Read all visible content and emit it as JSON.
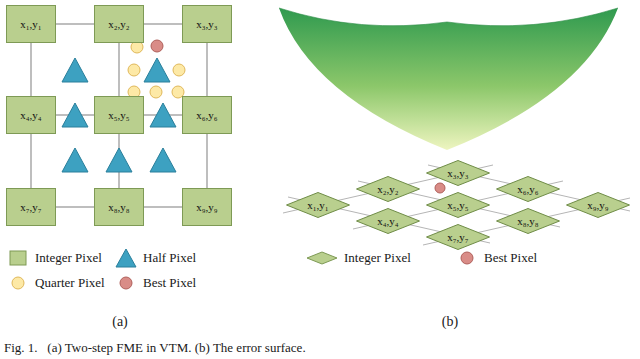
{
  "diagram": {
    "caption": "Fig. 1.   (a) Two-step FME in VTM. (b) The error surface.",
    "nodes": [
      {
        "text": [
          "x₁,y₁"
        ]
      },
      {
        "text": [
          "x₂,y₂"
        ]
      },
      {
        "text": [
          "x₃,y₃"
        ]
      },
      {
        "text": [
          "x₄,y₄"
        ]
      },
      {
        "text": [
          "x₅,y₅"
        ]
      },
      {
        "text": [
          "x₆,y₆"
        ]
      },
      {
        "text": [
          "x₇,y₇"
        ]
      },
      {
        "text": [
          "x₈,y₈"
        ]
      },
      {
        "text": [
          "x₉,y₉"
        ]
      },
      {
        "text": [
          "x₁,y₁"
        ]
      },
      {
        "text": [
          "x₂,y₂"
        ]
      },
      {
        "text": [
          "x₃,y₃"
        ]
      },
      {
        "text": [
          "x₄,y₄"
        ]
      },
      {
        "text": [
          "x₅,y₅"
        ]
      },
      {
        "text": [
          "x₆,y₆"
        ]
      },
      {
        "text": [
          "x₇,y₇"
        ]
      },
      {
        "text": [
          "x₈,y₈"
        ]
      },
      {
        "text": [
          "x₉,y₉"
        ]
      }
    ],
    "edges": [
      {
        "from": 0,
        "to": 1,
        "arrow": "none"
      },
      {
        "from": 1,
        "to": 2,
        "arrow": "none"
      },
      {
        "from": 3,
        "to": 4,
        "arrow": "none"
      },
      {
        "from": 4,
        "to": 5,
        "arrow": "none"
      },
      {
        "from": 6,
        "to": 7,
        "arrow": "none"
      },
      {
        "from": 7,
        "to": 8,
        "arrow": "none"
      },
      {
        "from": 0,
        "to": 3,
        "arrow": "none"
      },
      {
        "from": 3,
        "to": 6,
        "arrow": "none"
      },
      {
        "from": 1,
        "to": 4,
        "arrow": "none"
      },
      {
        "from": 4,
        "to": 7,
        "arrow": "none"
      },
      {
        "from": 2,
        "to": 5,
        "arrow": "none"
      },
      {
        "from": 5,
        "to": 8,
        "arrow": "none"
      }
    ],
    "labels": [
      "(a)",
      "(b)"
    ],
    "legend": [
      {
        "text": "Integer Pixel",
        "color": "#b9cf8e"
      },
      {
        "text": "Half Pixel",
        "color": "#3da1c1"
      },
      {
        "text": "Quarter Pixel",
        "color": "#fde9a6"
      },
      {
        "text": "Best Pixel",
        "color": "#d98c87"
      },
      {
        "text": "Integer Pixel",
        "color": "#b9cf8e"
      },
      {
        "text": "Best Pixel",
        "color": "#d98c87"
      }
    ]
  }
}
